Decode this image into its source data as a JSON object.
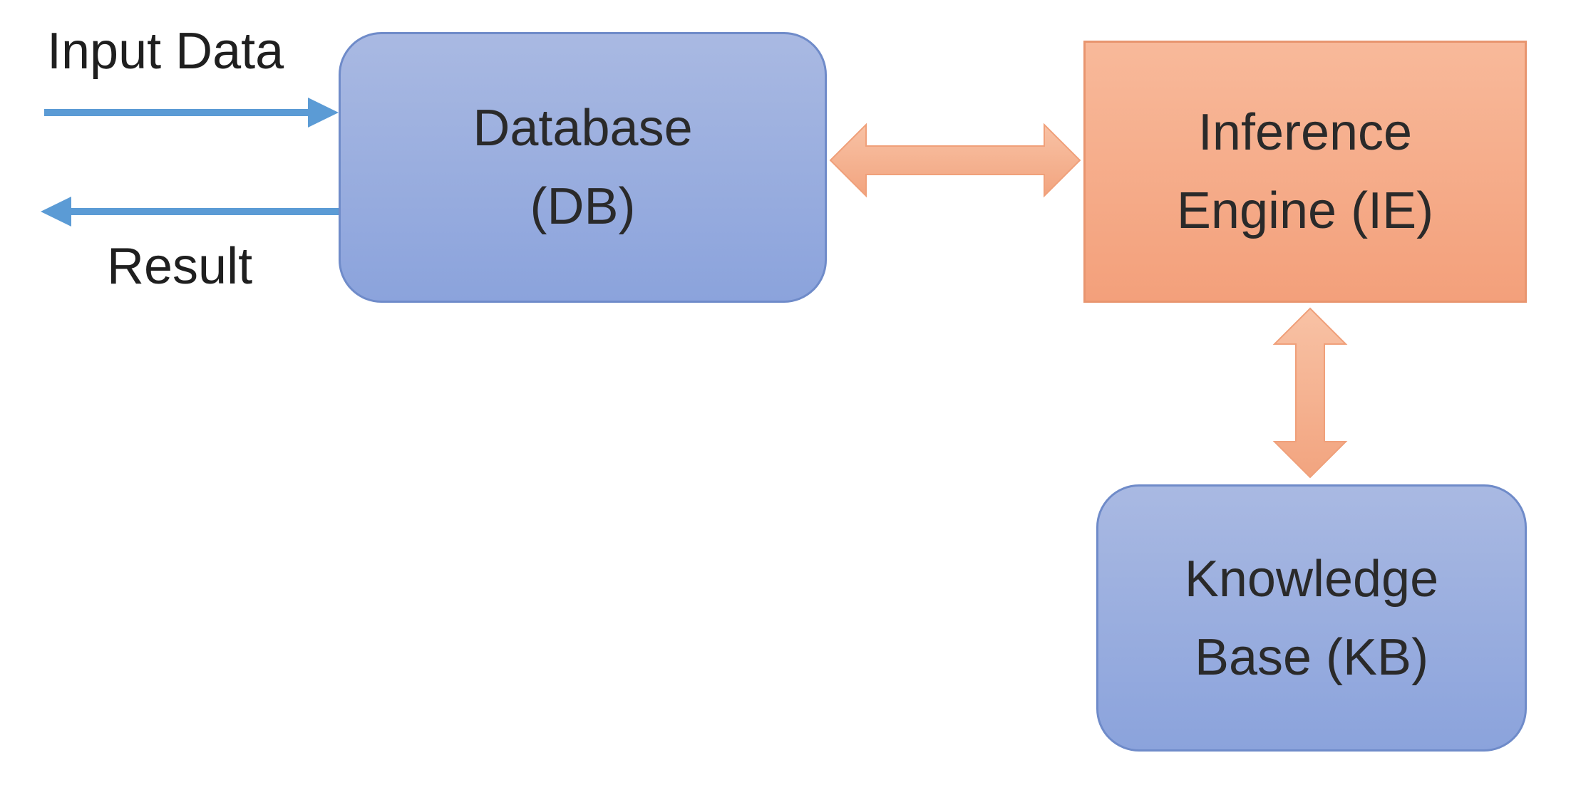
{
  "diagram": {
    "nodes": {
      "database": {
        "line1": "Database",
        "line2": "(DB)"
      },
      "inference_engine": {
        "line1": "Inference",
        "line2": "Engine (IE)"
      },
      "knowledge_base": {
        "line1": "Knowledge",
        "line2": "Base (KB)"
      }
    },
    "edges": {
      "input": {
        "label": "Input Data"
      },
      "result": {
        "label": "Result"
      }
    },
    "colors": {
      "blue_box": "#8ba3dc",
      "orange_box": "#f3a07b",
      "blue_arrow": "#5b9bd5",
      "orange_arrow": "#f4b183"
    }
  }
}
